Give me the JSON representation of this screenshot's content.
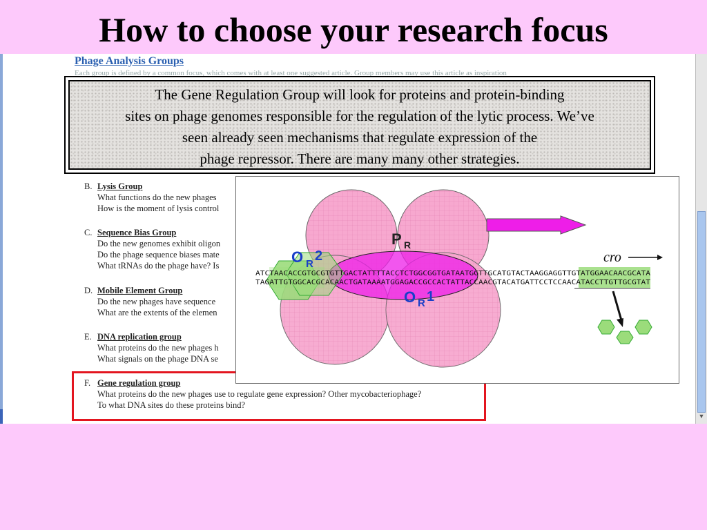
{
  "slide": {
    "title": "How to choose your research focus"
  },
  "webpage": {
    "heading": "Phage Analysis Groups",
    "faint_text": "Each group is defined by a common focus, which comes with at least one suggested article. Group members may use this article as inspiration",
    "groups": [
      {
        "letter": "B.",
        "title": "Lysis Group",
        "lines": [
          "What functions do the new phages",
          "How is the moment of lysis control"
        ]
      },
      {
        "letter": "C.",
        "title": "Sequence Bias Group",
        "lines": [
          "Do the new genomes exhibit oligon",
          "Do the phage sequence biases mate",
          "What tRNAs do the phage have? Is"
        ]
      },
      {
        "letter": "D.",
        "title": "Mobile Element Group",
        "lines": [
          "Do the new phages have sequence",
          "What are the extents of the elemen"
        ]
      },
      {
        "letter": "E.",
        "title": "DNA replication group",
        "lines": [
          "What proteins do the new phages h",
          "What signals on the phage DNA se"
        ]
      },
      {
        "letter": "F.",
        "title": "Gene regulation group",
        "lines": [
          "What proteins do the new phages use to regulate gene expression? Other mycobacteriophage?",
          "To what DNA sites do these proteins bind?"
        ]
      }
    ]
  },
  "callout": {
    "lines": [
      "The Gene Regulation Group will look for proteins and protein-binding",
      "sites on phage genomes responsible for the regulation of the lytic process. We’ve",
      "seen already seen mechanisms that regulate expression of the",
      "phage repressor. There are many many other strategies."
    ]
  },
  "figure": {
    "label_pr_main": "P",
    "label_pr_sub": "R",
    "label_or2_main": "O",
    "label_or2_sub": "R",
    "label_or2_num": "2",
    "label_or1_main": "O",
    "label_or1_sub": "R",
    "label_or1_num": "1",
    "label_cro": "cro",
    "dna_top": "ATCTAACACCGTGCGTGTTGACTATTTTACCTCTGGCGGTGATAATGGTTGCATGTACTAAGGAGGTTGTATGGAACAACGCATA",
    "dna_bottom": "TAGATTGTGGCACGCACAACTGATAAAATGGAGACCGCCACTATTACCAACGTACATGATTCCTCCAACATACCTTGTTGCGTAT",
    "colors": {
      "circle_fill": "#f7a8cf",
      "green": "#9bdc7b",
      "magenta": "#ee1ee8",
      "label_blue": "#1a3fc8"
    }
  }
}
